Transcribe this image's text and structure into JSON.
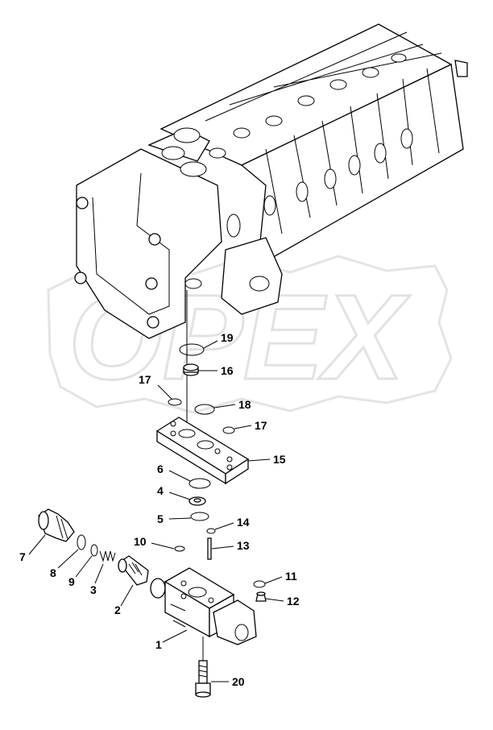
{
  "watermark": {
    "text": "OPEX"
  },
  "callouts": [
    {
      "id": "1",
      "label": "1"
    },
    {
      "id": "2",
      "label": "2"
    },
    {
      "id": "3",
      "label": "3"
    },
    {
      "id": "4",
      "label": "4"
    },
    {
      "id": "5",
      "label": "5"
    },
    {
      "id": "6",
      "label": "6"
    },
    {
      "id": "7",
      "label": "7"
    },
    {
      "id": "8",
      "label": "8"
    },
    {
      "id": "9",
      "label": "9"
    },
    {
      "id": "10",
      "label": "10"
    },
    {
      "id": "11",
      "label": "11"
    },
    {
      "id": "12",
      "label": "12"
    },
    {
      "id": "13",
      "label": "13"
    },
    {
      "id": "14",
      "label": "14"
    },
    {
      "id": "15",
      "label": "15"
    },
    {
      "id": "16",
      "label": "16"
    },
    {
      "id": "17a",
      "label": "17"
    },
    {
      "id": "17b",
      "label": "17"
    },
    {
      "id": "18",
      "label": "18"
    },
    {
      "id": "19",
      "label": "19"
    },
    {
      "id": "20",
      "label": "20"
    }
  ]
}
